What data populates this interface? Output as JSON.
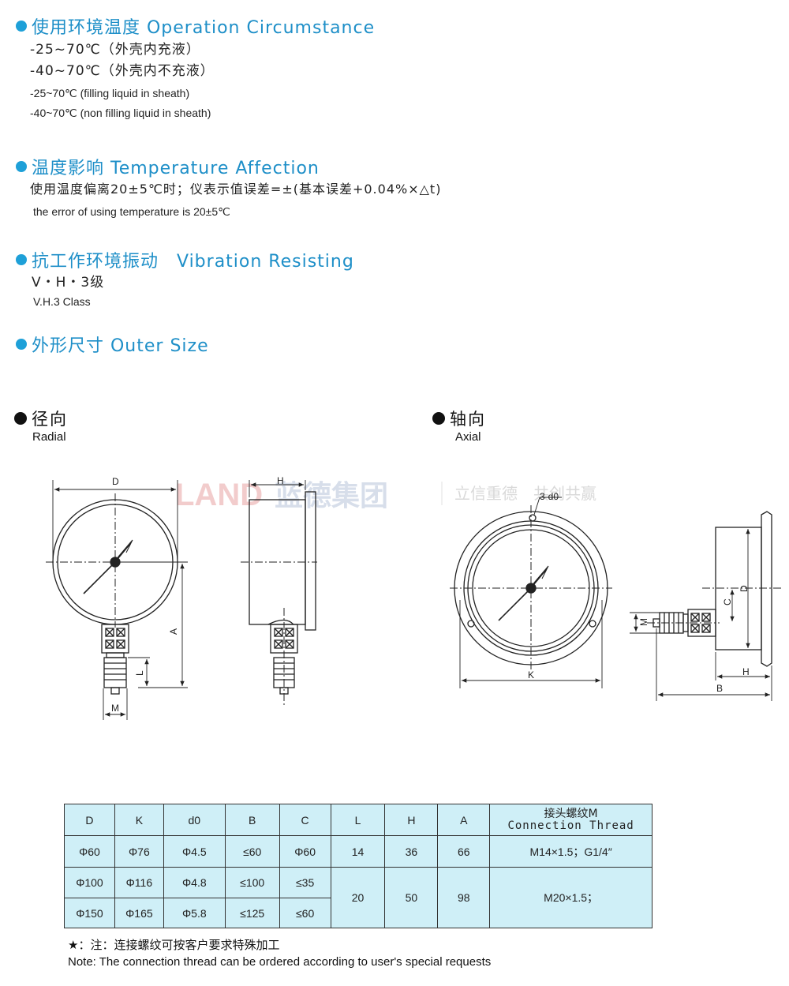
{
  "sections": {
    "operation": {
      "title": "使用环境温度 Operation Circumstance",
      "zh_lines": [
        "-25~70℃（外壳内充液）",
        "-40~70℃（外壳内不充液）"
      ],
      "en_lines": [
        "-25~70℃ (filling liquid in sheath)",
        "-40~70℃ (non filling liquid in sheath)"
      ]
    },
    "temperature": {
      "title": "温度影响 Temperature Affection",
      "zh_line": "使用温度偏离20±5℃时；仪表示值误差=±(基本误差+0.04%×△t)",
      "en_line": "the error of using temperature is 20±5℃"
    },
    "vibration": {
      "title": "抗工作环境振动　Vibration Resisting",
      "zh_line": "V・H・3级",
      "en_line": "V.H.3 Class"
    },
    "outer_size": {
      "title": "外形尺寸 Outer Size"
    }
  },
  "views": {
    "radial": {
      "zh": "径向",
      "en": "Radial"
    },
    "axial": {
      "zh": "轴向",
      "en": "Axial"
    }
  },
  "watermark": {
    "logo": "LAND",
    "brand": "蓝德集团",
    "slogan": "立信重德　共创共赢"
  },
  "drawing_labels": {
    "D": "D",
    "H": "H",
    "A": "A",
    "L": "L",
    "M": "M",
    "K": "K",
    "B": "B",
    "C": "C",
    "d0": "3-d0"
  },
  "table": {
    "headers": [
      "D",
      "K",
      "d0",
      "B",
      "C",
      "L",
      "H",
      "A"
    ],
    "thread_header_zh": "接头螺纹M",
    "thread_header_en": "Connection Thread",
    "rows": [
      [
        "Φ60",
        "Φ76",
        "Φ4.5",
        "≤60",
        "Φ60"
      ],
      [
        "Φ100",
        "Φ116",
        "Φ4.8",
        "≤100",
        "≤35"
      ],
      [
        "Φ150",
        "Φ165",
        "Φ5.8",
        "≤125",
        "≤60"
      ]
    ],
    "row1_merged": {
      "L": "14",
      "H": "36",
      "A": "66",
      "thread": "M14×1.5；G1/4″"
    },
    "row23_merged": {
      "L": "20",
      "H": "50",
      "A": "98",
      "thread": "M20×1.5；"
    }
  },
  "notes": {
    "zh": "★：注：连接螺纹可按客户要求特殊加工",
    "en": "Note: The connection thread can be ordered according to user's special requests"
  },
  "colors": {
    "accent": "#1ea0d8",
    "title": "#1e8fc8",
    "table_bg": "#cfeff7",
    "watermark": "#e4a0a0"
  }
}
